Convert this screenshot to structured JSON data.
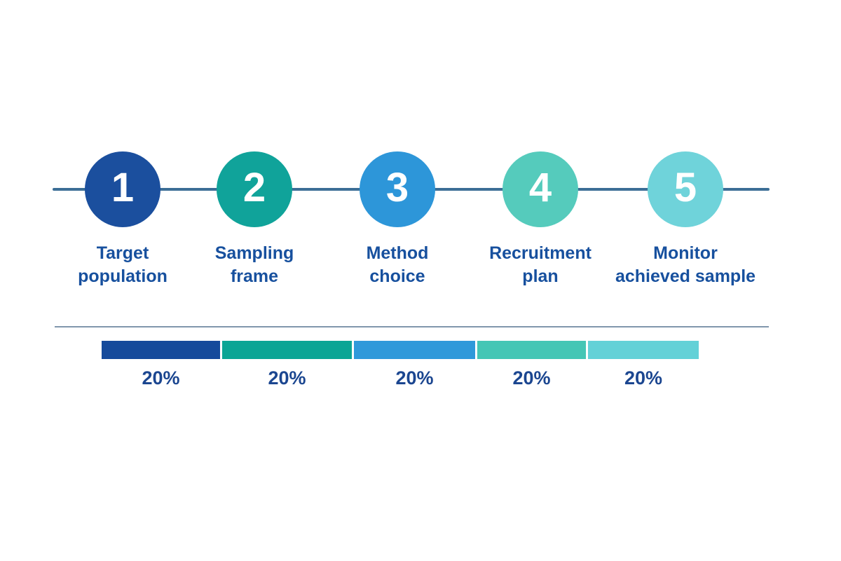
{
  "page": {
    "background_color": "#ffffff"
  },
  "timeline": {
    "line_color": "#3c6e96",
    "label_color": "#17509e",
    "steps": [
      {
        "number": "1",
        "label": "Target\npopulation",
        "color": "#1b4f9e"
      },
      {
        "number": "2",
        "label": "Sampling\nframe",
        "color": "#10a39a"
      },
      {
        "number": "3",
        "label": "Method\nchoice",
        "color": "#2d96d9"
      },
      {
        "number": "4",
        "label": "Recruitment\nplan",
        "color": "#55cbbc"
      },
      {
        "number": "5",
        "label": "Monitor\nachieved sample",
        "color": "#6fd3da"
      }
    ]
  },
  "progress_bar": {
    "divider_color": "#8096ac",
    "value_color": "#1b4690",
    "segments": [
      {
        "value": "20%",
        "color": "#154a9b"
      },
      {
        "value": "20%",
        "color": "#0ba595"
      },
      {
        "value": "20%",
        "color": "#2f99da"
      },
      {
        "value": "20%",
        "color": "#44c6b5"
      },
      {
        "value": "20%",
        "color": "#63d1d7"
      }
    ]
  },
  "chart_data": {
    "type": "bar",
    "stacked": true,
    "title": "",
    "categories": [
      "Target population",
      "Sampling frame",
      "Method choice",
      "Recruitment plan",
      "Monitor achieved sample"
    ],
    "values": [
      20,
      20,
      20,
      20,
      20
    ],
    "unit": "%",
    "data_labels": [
      "20%",
      "20%",
      "20%",
      "20%",
      "20%"
    ]
  }
}
